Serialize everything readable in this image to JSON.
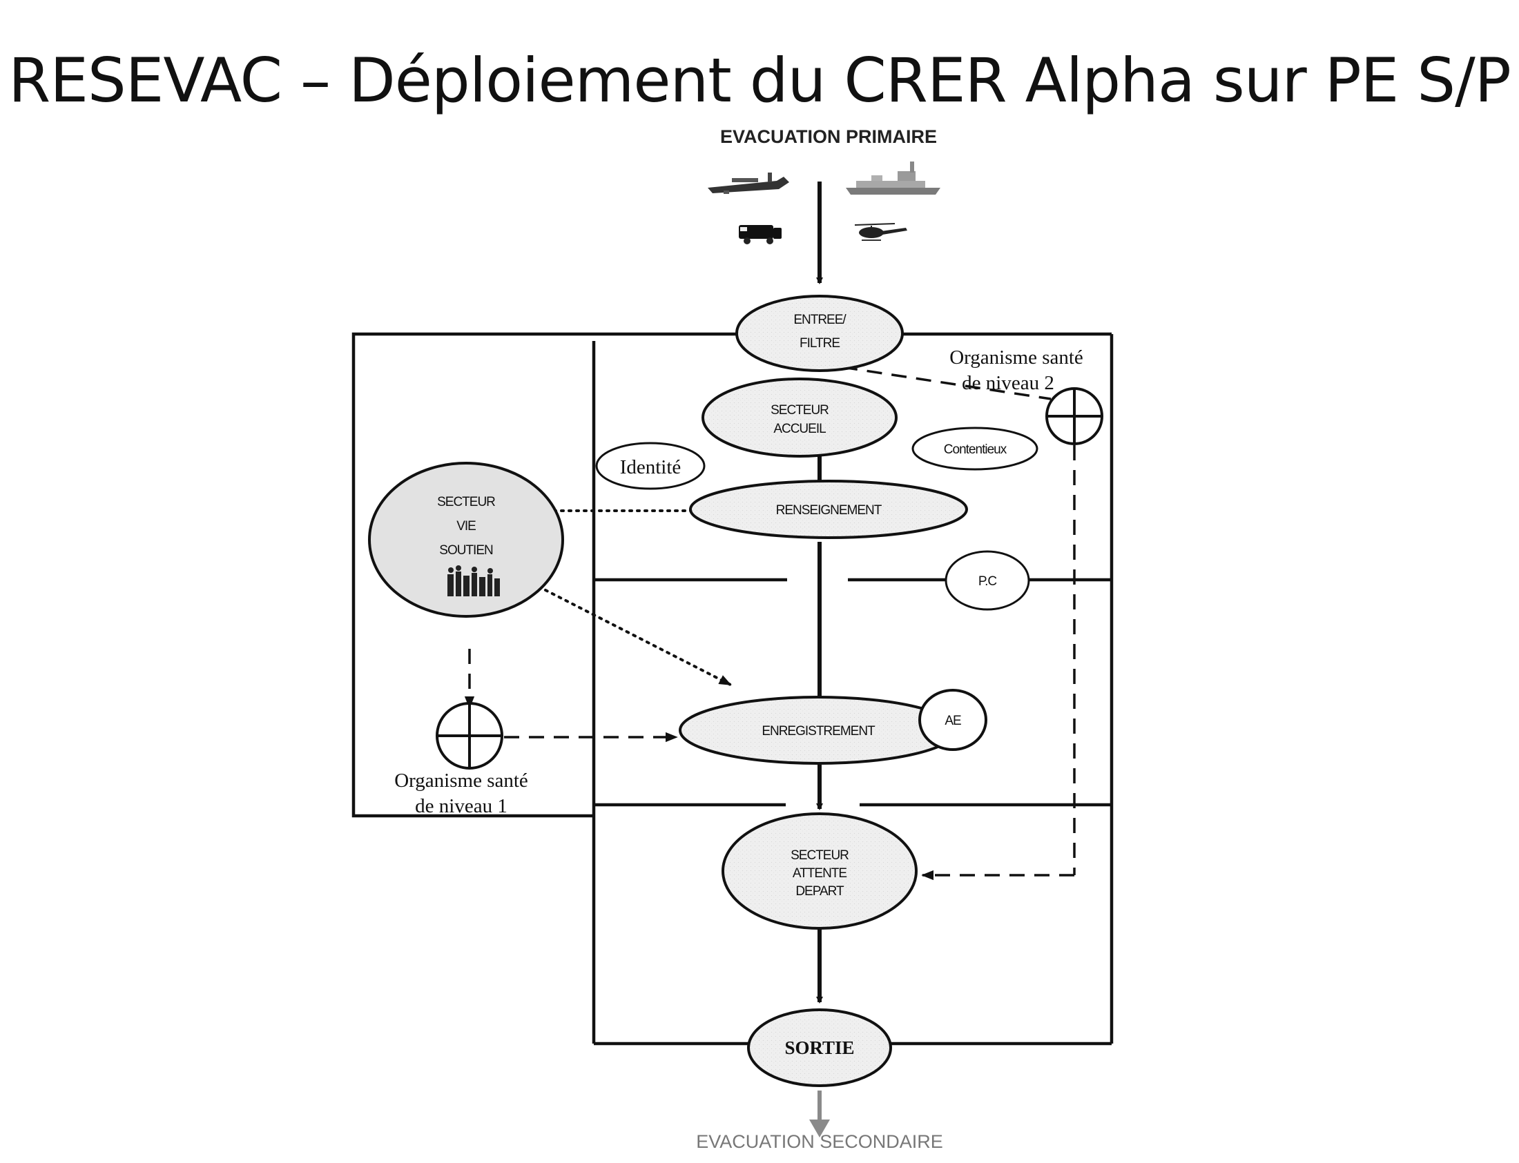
{
  "title": "RESEVAC – Déploiement du CRER Alpha sur PE S/P",
  "diagram": {
    "top_label": "EVACUATION PRIMAIRE",
    "bottom_label": "EVACUATION SECONDAIRE",
    "nodes": {
      "entree_filtre": [
        "ENTREE/",
        "FILTRE"
      ],
      "secteur_accueil": [
        "SECTEUR",
        "ACCUEIL"
      ],
      "identite": "Identité",
      "contentieux": "Contentieux",
      "renseignement": "RENSEIGNEMENT",
      "secteur_vie_soutien": [
        "SECTEUR",
        "VIE",
        "SOUTIEN"
      ],
      "pc": "P.C",
      "enregistrement": "ENREGISTREMENT",
      "ae": "AE",
      "secteur_attente_depart": [
        "SECTEUR",
        "ATTENTE",
        "DEPART"
      ],
      "sortie": "SORTIE"
    },
    "organisme_niveau_2": [
      "Organisme santé",
      "de niveau 2"
    ],
    "organisme_niveau_1": [
      "Organisme santé",
      "de niveau 1"
    ],
    "transport_icons": [
      "airplane-icon",
      "ship-icon",
      "truck-icon",
      "helicopter-icon"
    ],
    "colors": {
      "ink": "#111111",
      "ellipse_fill": "#f3f3f3",
      "vie_soutien_fill": "#e2e2e2",
      "bottom_arrow": "#8a8a8a"
    }
  }
}
